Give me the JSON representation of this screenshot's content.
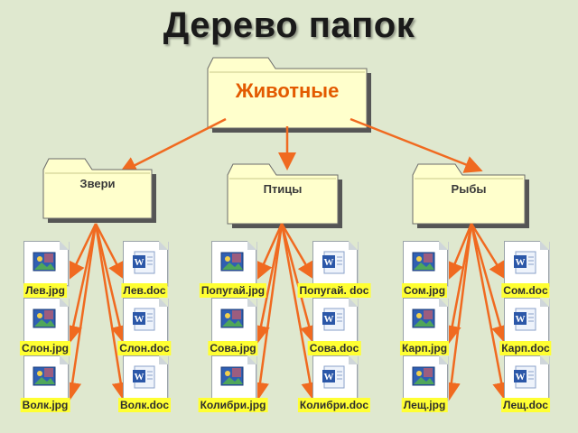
{
  "title": "Дерево папок",
  "colors": {
    "background": "#dfe8cf",
    "folder_fill": "#ffffcc",
    "folder_stroke": "#6b6b6b",
    "folder_shadow": "#555555",
    "arrow": "#f06a20",
    "root_label": "#e35a00",
    "file_label_bg": "#ffff33"
  },
  "root": {
    "label": "Животные",
    "icon": "folder-icon"
  },
  "groups": [
    {
      "id": "zveri",
      "label": "Звери",
      "icon": "folder-icon",
      "files": [
        {
          "label": "Лев.jpg",
          "icon": "image-file-icon"
        },
        {
          "label": "Лев.doc",
          "icon": "word-file-icon"
        },
        {
          "label": "Слон.jpg",
          "icon": "image-file-icon"
        },
        {
          "label": "Слон.doc",
          "icon": "word-file-icon"
        },
        {
          "label": "Волк.jpg",
          "icon": "image-file-icon"
        },
        {
          "label": "Волк.doc",
          "icon": "word-file-icon"
        }
      ]
    },
    {
      "id": "ptitsy",
      "label": "Птицы",
      "icon": "folder-icon",
      "files": [
        {
          "label": "Попугай.jpg",
          "icon": "image-file-icon"
        },
        {
          "label": "Попугай. doc",
          "icon": "word-file-icon"
        },
        {
          "label": "Сова.jpg",
          "icon": "image-file-icon"
        },
        {
          "label": "Сова.doc",
          "icon": "word-file-icon"
        },
        {
          "label": "Колибри.jpg",
          "icon": "image-file-icon"
        },
        {
          "label": "Колибри.doc",
          "icon": "word-file-icon"
        }
      ]
    },
    {
      "id": "ryby",
      "label": "Рыбы",
      "icon": "folder-icon",
      "files": [
        {
          "label": "Сом.jpg",
          "icon": "image-file-icon"
        },
        {
          "label": "Сом.doc",
          "icon": "word-file-icon"
        },
        {
          "label": "Карп.jpg",
          "icon": "image-file-icon"
        },
        {
          "label": "Карп.doc",
          "icon": "word-file-icon"
        },
        {
          "label": "Лещ.jpg",
          "icon": "image-file-icon"
        },
        {
          "label": "Лещ.doc",
          "icon": "word-file-icon"
        }
      ]
    }
  ]
}
